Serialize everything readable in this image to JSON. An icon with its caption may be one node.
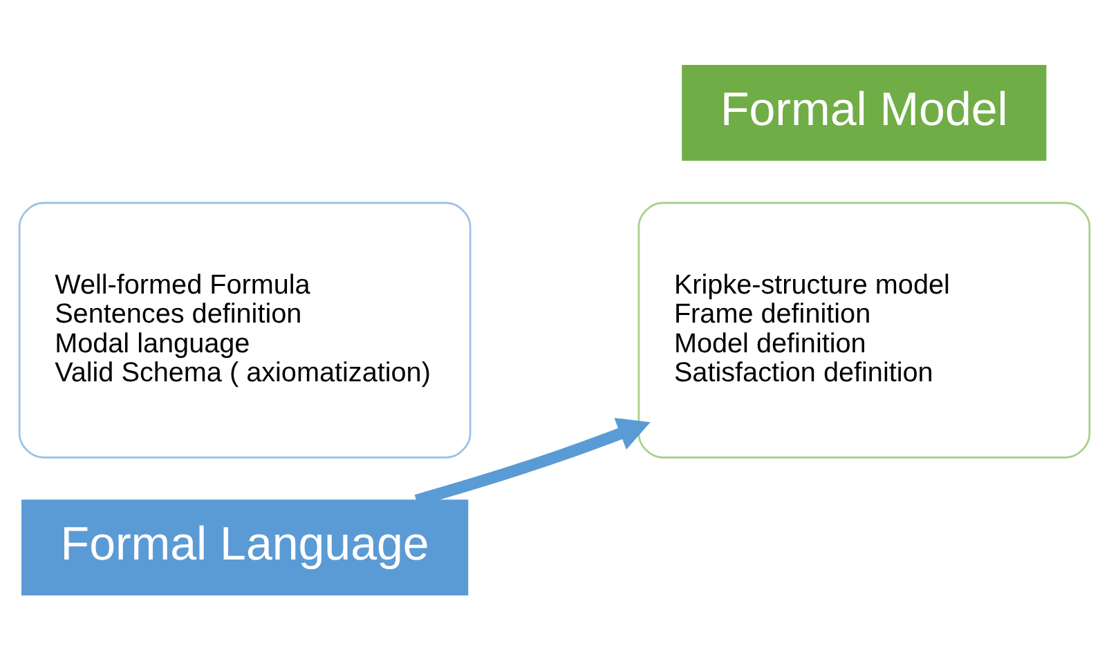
{
  "diagram": {
    "nodes": [
      {
        "text": [
          "Well-formed Formula",
          "Sentences definition",
          "Modal language",
          "Valid Schema ( axiomatization)"
        ]
      },
      {
        "text": [
          "Formal Language"
        ]
      },
      {
        "text": [
          "Kripke-structure model",
          "Frame definition",
          "Model definition",
          "Satisfaction definition"
        ]
      },
      {
        "text": [
          "Formal Model"
        ]
      }
    ],
    "edges": [
      {
        "from": 1,
        "to": 2,
        "arrow": "to"
      }
    ]
  }
}
